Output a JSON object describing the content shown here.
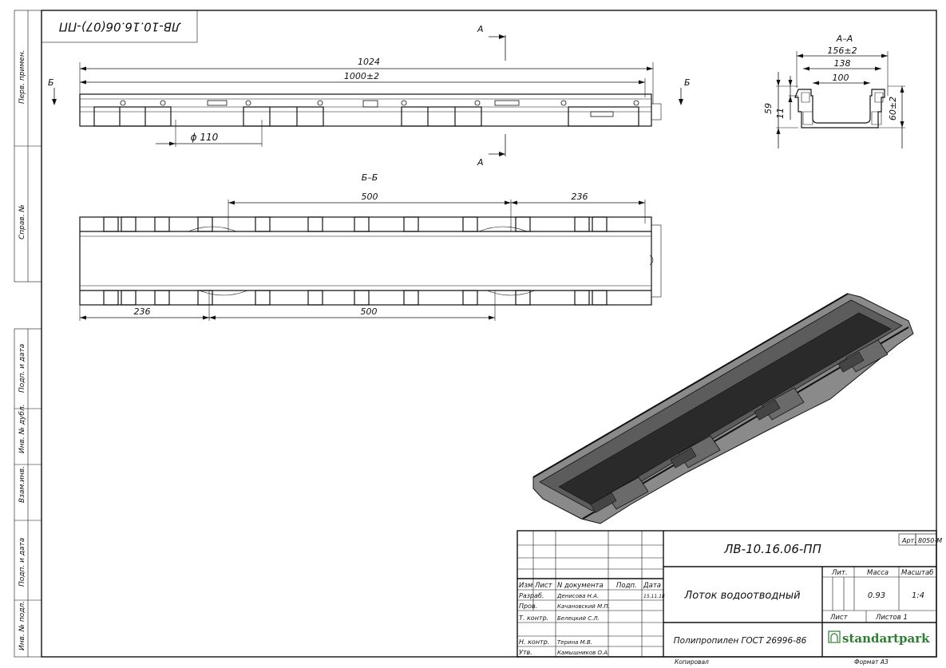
{
  "stamp_top": "ЛВ-10.16.06(07)-ПП",
  "side_frame": [
    "Перв. примен.",
    "Справ. №",
    "Подп. и дата",
    "Инв. № дубл.",
    "Взам.инв.",
    "Подп. и дата",
    "Инв. № подл."
  ],
  "front_view": {
    "dim_1024": "1024",
    "dim_1000": "1000±2",
    "dim_d110": "ϕ 110",
    "section_letter_b": "Б",
    "section_letter_a": "А"
  },
  "section_aa": {
    "title": "А–А",
    "dim_156": "156±2",
    "dim_138": "138",
    "dim_100": "100",
    "dim_59": "59",
    "dim_11": "11",
    "dim_60": "60±2"
  },
  "section_bb": {
    "title": "Б–Б",
    "dim_500_top": "500",
    "dim_236_top": "236",
    "dim_236_bottom": "236",
    "dim_500_bottom": "500"
  },
  "title_block": {
    "designation": "ЛВ-10.16.06-ПП",
    "art_label": "Арт.",
    "art_value": "8050-М",
    "name": "Лоток водоотводный",
    "material": "Полипропилен ГОСТ 26996-86",
    "col_headers": [
      "Изм",
      "Лист",
      "N документа",
      "Подп.",
      "Дата"
    ],
    "rows": [
      {
        "role": "Разраб.",
        "name": "Денисова Н.А.",
        "date": "15.11.18"
      },
      {
        "role": "Пров.",
        "name": "Качановский М.П.",
        "date": ""
      },
      {
        "role": "Т. контр.",
        "name": "Белецкий С.Л.",
        "date": ""
      },
      {
        "role": "",
        "name": "",
        "date": ""
      },
      {
        "role": "Н. контр.",
        "name": "Терина М.В.",
        "date": ""
      },
      {
        "role": "Утв.",
        "name": "Камышников О.А.",
        "date": ""
      }
    ],
    "lit_label": "Лит.",
    "mass_label": "Масса",
    "scale_label": "Масштаб",
    "mass_value": "0.93",
    "scale_value": "1:4",
    "sheet_label": "Лист",
    "sheets_label": "Листов 1",
    "logo_text": "standartpark"
  },
  "footer": {
    "copied": "Копировал",
    "format": "Формат А3"
  }
}
